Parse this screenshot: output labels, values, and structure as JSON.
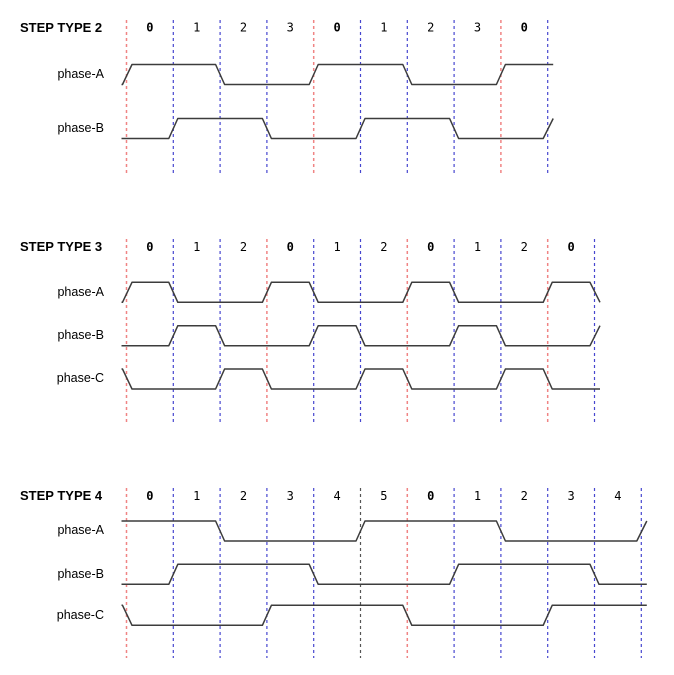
{
  "diagram": {
    "bold_step_label": "0",
    "colors": {
      "red_line": "#f08484",
      "blue_line": "#4646cf",
      "black_line": "#555555",
      "wave": "#3c3c3c",
      "text": "#000000",
      "background": "#ffffff"
    },
    "sections": [
      {
        "title": "STEP TYPE 2",
        "steps": [
          "0",
          "1",
          "2",
          "3",
          "0",
          "1",
          "2",
          "3",
          "0"
        ],
        "boundaries": [
          "red",
          "blue",
          "blue",
          "blue",
          "red",
          "blue",
          "blue",
          "blue",
          "red",
          "blue"
        ],
        "phases": [
          {
            "label": "phase-A",
            "pre": 0,
            "levels": [
              1,
              1,
              0,
              0,
              1,
              1,
              0,
              0,
              1
            ],
            "post": 1
          },
          {
            "label": "phase-B",
            "pre": 0,
            "levels": [
              0,
              1,
              1,
              0,
              0,
              1,
              1,
              0,
              0
            ],
            "post": 1
          }
        ]
      },
      {
        "title": "STEP TYPE 3",
        "steps": [
          "0",
          "1",
          "2",
          "0",
          "1",
          "2",
          "0",
          "1",
          "2",
          "0"
        ],
        "boundaries": [
          "red",
          "blue",
          "blue",
          "red",
          "blue",
          "blue",
          "red",
          "blue",
          "blue",
          "red",
          "blue"
        ],
        "phases": [
          {
            "label": "phase-A",
            "pre": 0,
            "levels": [
              1,
              0,
              0,
              1,
              0,
              0,
              1,
              0,
              0,
              1
            ],
            "post": 0
          },
          {
            "label": "phase-B",
            "pre": 0,
            "levels": [
              0,
              1,
              0,
              0,
              1,
              0,
              0,
              1,
              0,
              0
            ],
            "post": 1
          },
          {
            "label": "phase-C",
            "pre": 1,
            "levels": [
              0,
              0,
              1,
              0,
              0,
              1,
              0,
              0,
              1,
              0
            ],
            "post": 0
          }
        ]
      },
      {
        "title": "STEP TYPE 4",
        "steps": [
          "0",
          "1",
          "2",
          "3",
          "4",
          "5",
          "0",
          "1",
          "2",
          "3",
          "4"
        ],
        "boundaries": [
          "red",
          "blue",
          "blue",
          "blue",
          "blue",
          "black",
          "red",
          "blue",
          "blue",
          "blue",
          "blue",
          "blue"
        ],
        "phases": [
          {
            "label": "phase-A",
            "pre": 1,
            "levels": [
              1,
              1,
              0,
              0,
              0,
              1,
              1,
              1,
              0,
              0,
              0
            ],
            "post": 1
          },
          {
            "label": "phase-B",
            "pre": 0,
            "levels": [
              0,
              1,
              1,
              1,
              0,
              0,
              0,
              1,
              1,
              1,
              0
            ],
            "post": 0
          },
          {
            "label": "phase-C",
            "pre": 1,
            "levels": [
              0,
              0,
              0,
              1,
              1,
              1,
              0,
              0,
              0,
              1,
              1
            ],
            "post": 1
          }
        ]
      }
    ]
  }
}
